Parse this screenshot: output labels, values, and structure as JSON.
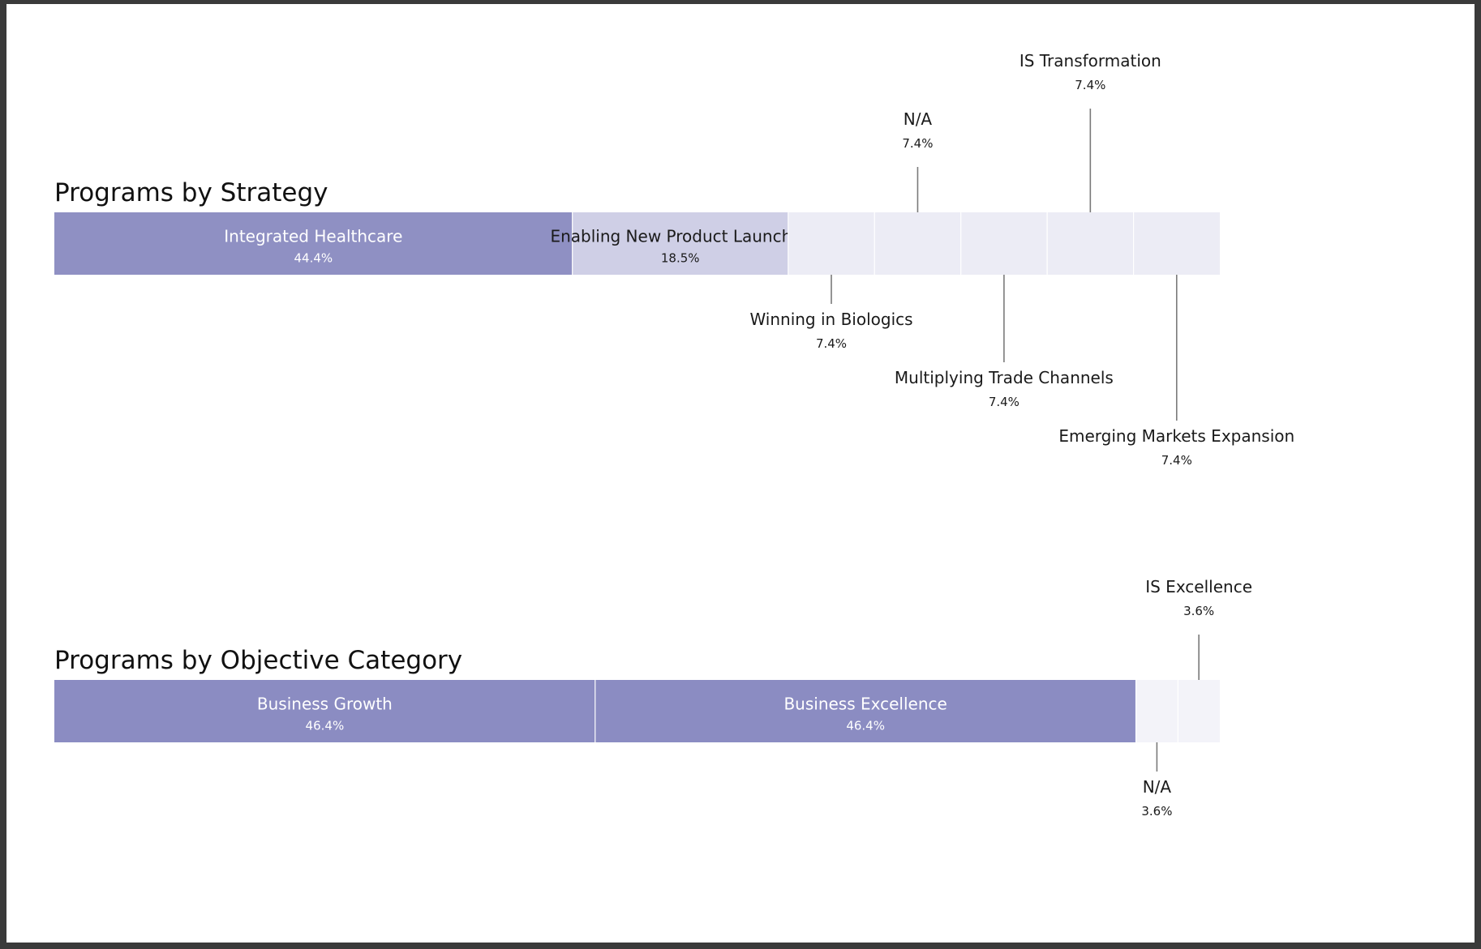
{
  "colors": {
    "page_background": "#ffffff",
    "frame": "#3a3a3a",
    "label_dark": "#1a1a1a",
    "label_light": "#ffffff",
    "leader": "#7a7a7a",
    "divider": "#ffffff"
  },
  "chart_data": [
    {
      "type": "bar",
      "orientation": "horizontal",
      "stacked": true,
      "normalized": true,
      "title": "Programs by Strategy",
      "categories": [
        "Integrated Healthcare",
        "Enabling New Product Launches",
        "Winning in Biologics",
        "N/A",
        "Multiplying Trade Channels",
        "IS Transformation",
        "Emerging Markets Expansion"
      ],
      "values": [
        44.4,
        18.5,
        7.4,
        7.4,
        7.4,
        7.4,
        7.4
      ],
      "value_labels": [
        "44.4%",
        "18.5%",
        "7.4%",
        "7.4%",
        "7.4%",
        "7.4%",
        "7.4%"
      ],
      "segment_colors": [
        "#8f90c3",
        "#cfcfe6",
        "#ececf5",
        "#ececf5",
        "#ececf5",
        "#ececf5",
        "#ececf5"
      ],
      "label_position": [
        "inside",
        "inside",
        "below",
        "above",
        "below",
        "above",
        "below"
      ],
      "label_tier": [
        0,
        0,
        1,
        1,
        2,
        2,
        3
      ]
    },
    {
      "type": "bar",
      "orientation": "horizontal",
      "stacked": true,
      "normalized": true,
      "title": "Programs by Objective Category",
      "categories": [
        "Business Growth",
        "Business Excellence",
        "N/A",
        "IS Excellence"
      ],
      "values": [
        46.4,
        46.4,
        3.6,
        3.6
      ],
      "value_labels": [
        "46.4%",
        "46.4%",
        "3.6%",
        "3.6%"
      ],
      "segment_colors": [
        "#8b8cc2",
        "#8b8cc2",
        "#f3f3f9",
        "#f3f3f9"
      ],
      "label_position": [
        "inside",
        "inside",
        "below",
        "above"
      ],
      "label_tier": [
        0,
        0,
        1,
        1
      ]
    }
  ]
}
